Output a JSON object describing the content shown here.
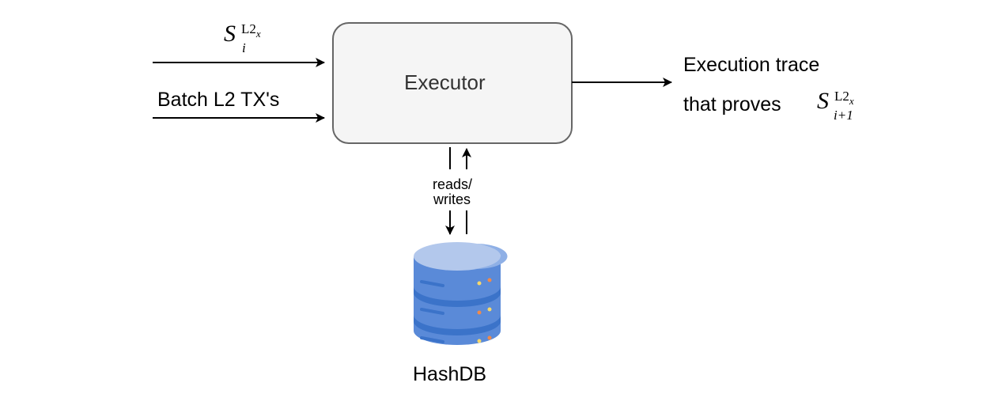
{
  "nodes": {
    "executor": {
      "label": "Executor",
      "fill": "#f5f5f5",
      "stroke": "#666666"
    },
    "hashdb": {
      "label": "HashDB",
      "colors": {
        "top": "#b3c8ec",
        "body": "#5a8ad8",
        "band": "#3b73c9",
        "led_yellow": "#f6d86b",
        "led_orange": "#f08a4b"
      }
    }
  },
  "inputs": {
    "state": {
      "base": "S",
      "sub": "i",
      "sup": "L2",
      "sup_sub": "x"
    },
    "batch": {
      "label": "Batch L2 TX's"
    }
  },
  "output": {
    "line1": "Execution trace",
    "line2": "that proves",
    "state": {
      "base": "S",
      "sub": "i+1",
      "sup": "L2",
      "sup_sub": "x"
    }
  },
  "edge_labels": {
    "db_io_line1": "reads/",
    "db_io_line2": "writes"
  }
}
